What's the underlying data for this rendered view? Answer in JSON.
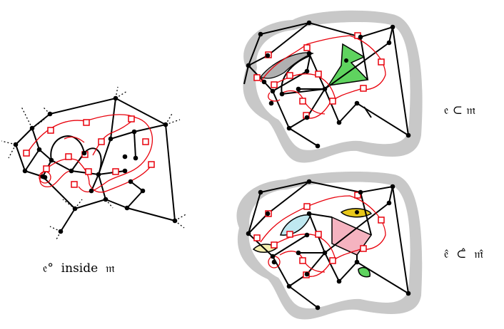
{
  "captions": {
    "left": "𝔢°  inside  𝔪",
    "top_right": "𝔢 ⊂ 𝔪",
    "bottom_right": "𝔢̂  ⊂̂  𝔪̂"
  },
  "colors": {
    "edge": "#000000",
    "red_curve": "#e8000b",
    "square_outline": "#e8000b",
    "halo": "#c8c8c8",
    "green_face": "#5fd35f",
    "grey_face": "#b0b0b0",
    "light_blue_face": "#bfe8f0",
    "pink_face": "#f5b3c0",
    "yellow_face": "#e8c81a",
    "light_yellow_face": "#f5f0b0",
    "small_green_face": "#5fd35f"
  }
}
